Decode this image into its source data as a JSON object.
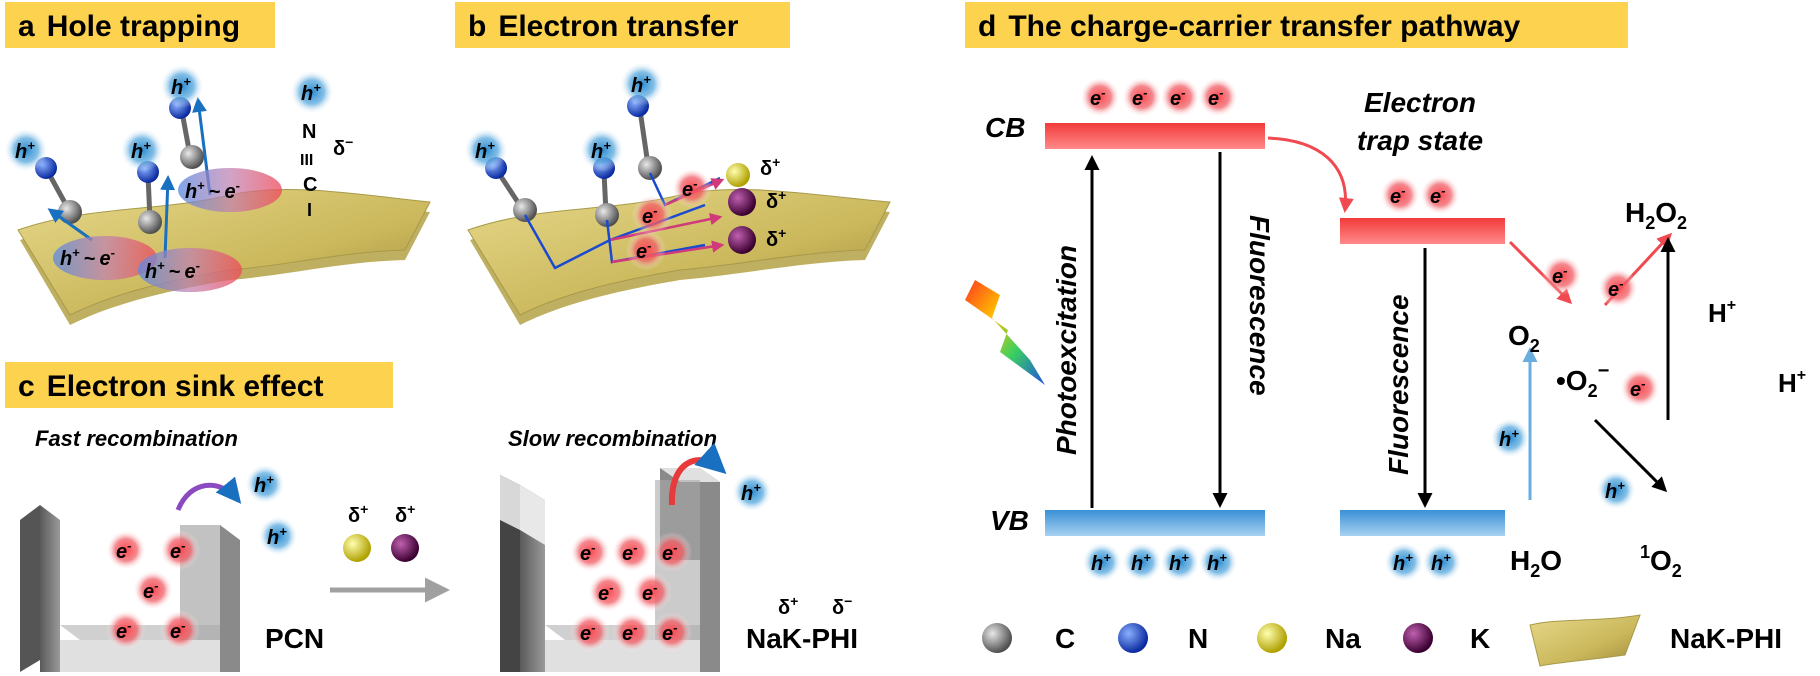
{
  "panels": {
    "a": {
      "letter": "a",
      "title": "Hole trapping"
    },
    "b": {
      "letter": "b",
      "title": "Electron transfer"
    },
    "c": {
      "letter": "c",
      "title": "Electron sink effect"
    },
    "d": {
      "letter": "d",
      "title": "The charge-carrier transfer pathway"
    }
  },
  "carriers": {
    "hole": "h",
    "electron": "e",
    "plus": "+",
    "minus": "-",
    "pair_sep": "~",
    "delta_plus": "δ",
    "delta_minus": "δ",
    "delta_plus_sign": "+",
    "delta_minus_sign": "−"
  },
  "cyano": {
    "n": "N",
    "bond": "III",
    "c": "C",
    "stub": "I"
  },
  "panel_c": {
    "fast": "Fast recombination",
    "slow": "Slow recombination",
    "pcn": "PCN",
    "nak_phi": "NaK-PHI"
  },
  "panel_d": {
    "cb": "CB",
    "vb": "VB",
    "trap_line1": "Electron",
    "trap_line2": "trap state",
    "photoexcitation": "Photoexcitation",
    "fluorescence": "Fluorescence",
    "species": {
      "o2": "O",
      "o2_sub": "2",
      "superoxide": "•O",
      "superoxide_sub": "2",
      "superoxide_sup": "−",
      "h2o2_a": "H",
      "h2o2_sub1": "2",
      "h2o2_b": "O",
      "h2o2_sub2": "2",
      "h2o_a": "H",
      "h2o_sub": "2",
      "h2o_b": "O",
      "singlet_sup": "1",
      "singlet_o": "O",
      "singlet_sub": "2",
      "hplus": "H",
      "hplus_sup": "+"
    }
  },
  "legend": [
    {
      "label": "C",
      "color": "#8a8a8a"
    },
    {
      "label": "N",
      "color": "#1f4fd8"
    },
    {
      "label": "Na",
      "color": "#e8dc1c"
    },
    {
      "label": "K",
      "color": "#6a0a5a"
    },
    {
      "label": "NaK-PHI",
      "color": "#c9b560"
    }
  ],
  "colors": {
    "title_bg": "#fdd24f",
    "electron_glow": "#e8303a",
    "hole_glow": "#2e8fd0",
    "cb_bar": "#ef4a4a",
    "vb_bar": "#4aa0dc",
    "sheet": "#d4c46a"
  }
}
